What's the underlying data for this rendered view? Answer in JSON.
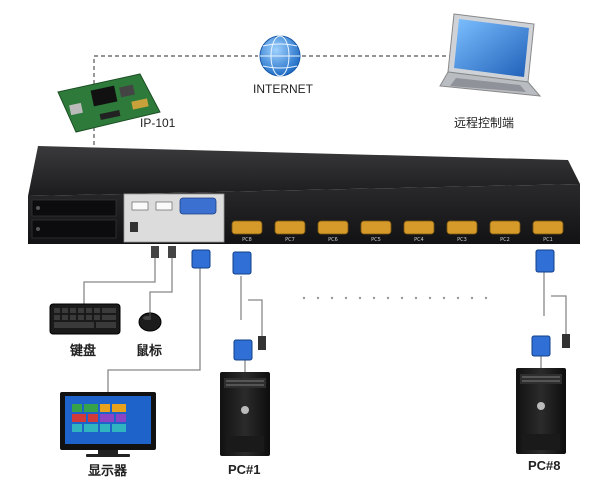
{
  "labels": {
    "internet": "INTERNET",
    "ip_module": "IP-101",
    "remote_terminal": "远程控制端",
    "keyboard": "键盘",
    "mouse": "鼠标",
    "display": "显示器",
    "pc1": "PC#1",
    "pc8": "PC#8"
  },
  "port_labels": [
    "PC8",
    "PC7",
    "PC6",
    "PC5",
    "PC4",
    "PC3",
    "PC2",
    "PC1"
  ],
  "colors": {
    "chassis": "#1b1b1d",
    "vga_port": "#d69a2a",
    "vga_connector": "#2f6fd6",
    "globe": "#2a7fd4",
    "laptop_screen": "#4a98e0",
    "board": "#2d7a3a"
  }
}
